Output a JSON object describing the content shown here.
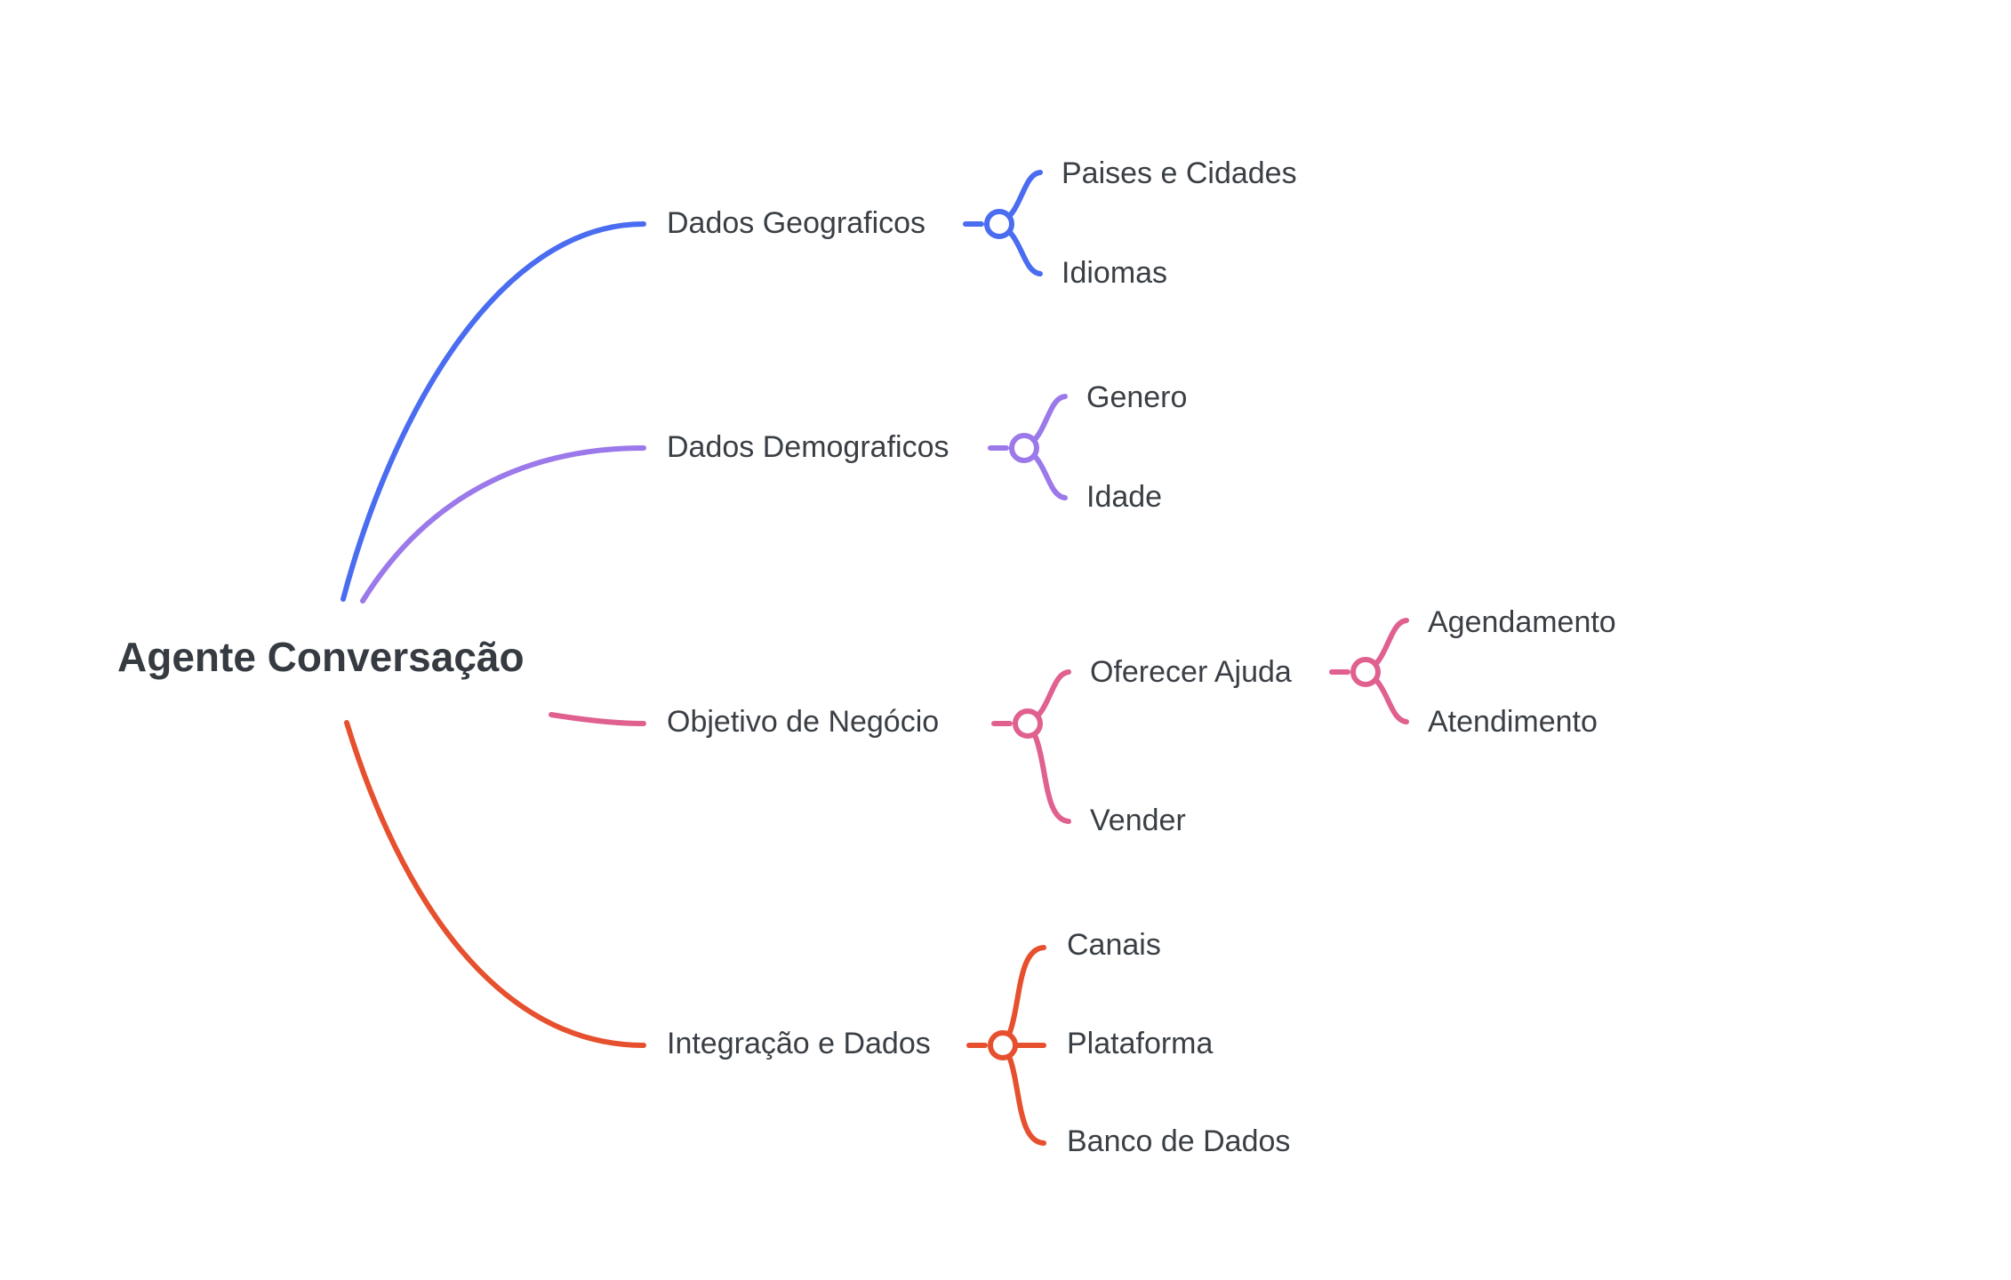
{
  "root": {
    "label": "Agente Conversação"
  },
  "branches": [
    {
      "label": "Dados Geograficos",
      "color": "#4a6cf0",
      "children": [
        {
          "label": "Paises e Cidades"
        },
        {
          "label": "Idiomas"
        }
      ]
    },
    {
      "label": "Dados Demograficos",
      "color": "#9b79ea",
      "children": [
        {
          "label": "Genero"
        },
        {
          "label": "Idade"
        }
      ]
    },
    {
      "label": "Objetivo de Negócio",
      "color": "#e0608f",
      "children": [
        {
          "label": "Oferecer Ajuda",
          "children": [
            {
              "label": "Agendamento"
            },
            {
              "label": "Atendimento"
            }
          ]
        },
        {
          "label": "Vender"
        }
      ]
    },
    {
      "label": "Integração e Dados",
      "color": "#e6502f",
      "children": [
        {
          "label": "Canais"
        },
        {
          "label": "Plataforma"
        },
        {
          "label": "Banco de Dados"
        }
      ]
    }
  ]
}
